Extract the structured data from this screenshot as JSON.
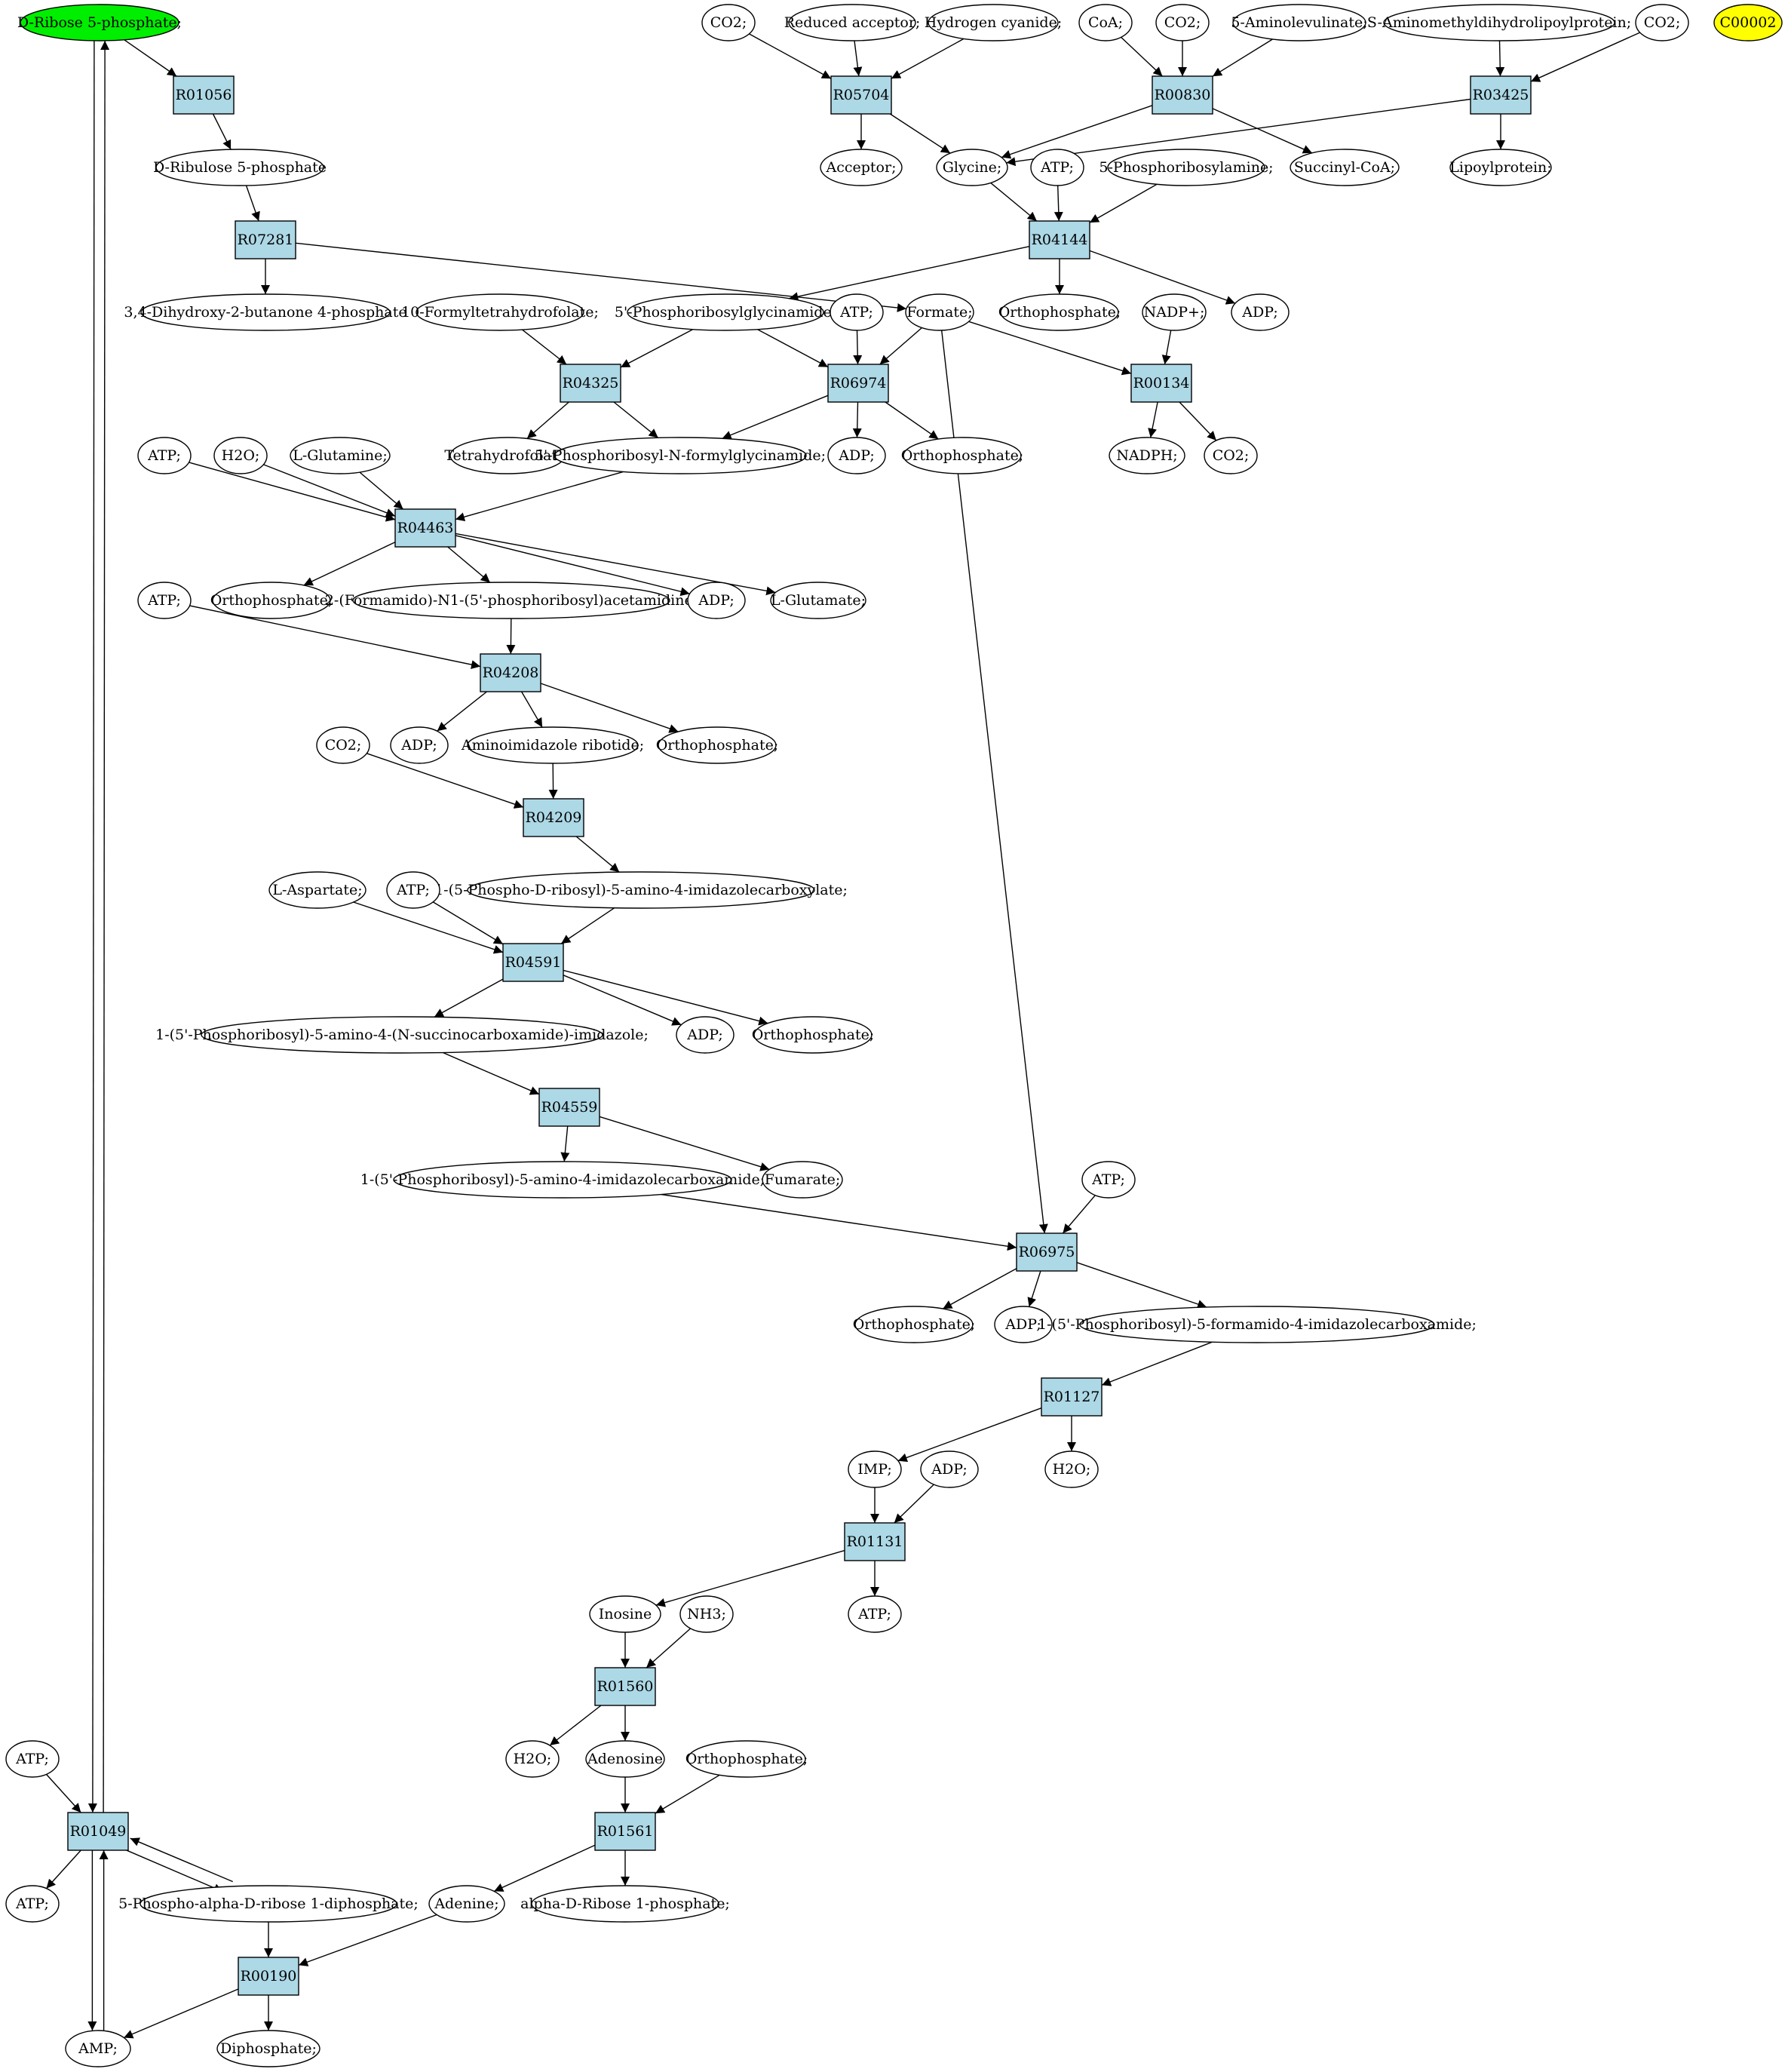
{
  "colors": {
    "reaction_fill": "#add8e6",
    "compound_fill": "#ffffff",
    "start_fill": "#00ee00",
    "extra_fill": "#ffff00",
    "stroke": "#000000"
  },
  "nodes": [
    {
      "id": "c_rib5p",
      "type": "compound",
      "label": "D-Ribose 5-phosphate;",
      "highlight": "start"
    },
    {
      "id": "c_c00002",
      "type": "compound",
      "label": "C00002",
      "highlight": "extra"
    },
    {
      "id": "r01056",
      "type": "reaction",
      "label": "R01056"
    },
    {
      "id": "c_ribu5p",
      "type": "compound",
      "label": "D-Ribulose 5-phosphate"
    },
    {
      "id": "r07281",
      "type": "reaction",
      "label": "R07281"
    },
    {
      "id": "c_dhbp",
      "type": "compound",
      "label": "3,4-Dihydroxy-2-butanone 4-phosphate"
    },
    {
      "id": "c_co2_a",
      "type": "compound",
      "label": "CO2;"
    },
    {
      "id": "c_redacc",
      "type": "compound",
      "label": "Reduced acceptor;"
    },
    {
      "id": "c_hcn",
      "type": "compound",
      "label": "Hydrogen cyanide;"
    },
    {
      "id": "r05704",
      "type": "reaction",
      "label": "R05704"
    },
    {
      "id": "c_acceptor",
      "type": "compound",
      "label": "Acceptor;"
    },
    {
      "id": "c_glycine",
      "type": "compound",
      "label": "Glycine;"
    },
    {
      "id": "c_coa",
      "type": "compound",
      "label": "CoA;"
    },
    {
      "id": "c_co2_b",
      "type": "compound",
      "label": "CO2;"
    },
    {
      "id": "c_ala",
      "type": "compound",
      "label": "5-Aminolevulinate;"
    },
    {
      "id": "r00830",
      "type": "reaction",
      "label": "R00830"
    },
    {
      "id": "c_succoa",
      "type": "compound",
      "label": "Succinyl-CoA;"
    },
    {
      "id": "c_samdlp",
      "type": "compound",
      "label": "S-Aminomethyldihydrolipoylprotein;"
    },
    {
      "id": "c_co2_c",
      "type": "compound",
      "label": "CO2;"
    },
    {
      "id": "r03425",
      "type": "reaction",
      "label": "R03425"
    },
    {
      "id": "c_lipoyl",
      "type": "compound",
      "label": "Lipoylprotein;"
    },
    {
      "id": "c_atp_a",
      "type": "compound",
      "label": "ATP;"
    },
    {
      "id": "c_prpa",
      "type": "compound",
      "label": "5-Phosphoribosylamine;"
    },
    {
      "id": "r04144",
      "type": "reaction",
      "label": "R04144"
    },
    {
      "id": "c_pi_a",
      "type": "compound",
      "label": "Orthophosphate;"
    },
    {
      "id": "c_adp_a",
      "type": "compound",
      "label": "ADP;"
    },
    {
      "id": "c_fthf",
      "type": "compound",
      "label": "10-Formyltetrahydrofolate;"
    },
    {
      "id": "c_gar",
      "type": "compound",
      "label": "5'-Phosphoribosylglycinamide;"
    },
    {
      "id": "c_atp_b",
      "type": "compound",
      "label": "ATP;"
    },
    {
      "id": "c_formate",
      "type": "compound",
      "label": "Formate;"
    },
    {
      "id": "c_nadp",
      "type": "compound",
      "label": "NADP+;"
    },
    {
      "id": "r04325",
      "type": "reaction",
      "label": "R04325"
    },
    {
      "id": "r06974",
      "type": "reaction",
      "label": "R06974"
    },
    {
      "id": "r00134",
      "type": "reaction",
      "label": "R00134"
    },
    {
      "id": "c_thf",
      "type": "compound",
      "label": "Tetrahydrofolate;"
    },
    {
      "id": "c_fgar",
      "type": "compound",
      "label": "5'-Phosphoribosyl-N-formylglycinamide;"
    },
    {
      "id": "c_adp_b",
      "type": "compound",
      "label": "ADP;"
    },
    {
      "id": "c_pi_b",
      "type": "compound",
      "label": "Orthophosphate;"
    },
    {
      "id": "c_nadph",
      "type": "compound",
      "label": "NADPH;"
    },
    {
      "id": "c_co2_d",
      "type": "compound",
      "label": "CO2;"
    },
    {
      "id": "c_atp_c",
      "type": "compound",
      "label": "ATP;"
    },
    {
      "id": "c_h2o_a",
      "type": "compound",
      "label": "H2O;"
    },
    {
      "id": "c_gln",
      "type": "compound",
      "label": "L-Glutamine;"
    },
    {
      "id": "r04463",
      "type": "reaction",
      "label": "R04463"
    },
    {
      "id": "c_pi_c",
      "type": "compound",
      "label": "Orthophosphate;"
    },
    {
      "id": "c_fgam",
      "type": "compound",
      "label": "2-(Formamido)-N1-(5'-phosphoribosyl)acetamidine;"
    },
    {
      "id": "c_adp_c",
      "type": "compound",
      "label": "ADP;"
    },
    {
      "id": "c_glu",
      "type": "compound",
      "label": "L-Glutamate;"
    },
    {
      "id": "c_atp_d",
      "type": "compound",
      "label": "ATP;"
    },
    {
      "id": "r04208",
      "type": "reaction",
      "label": "R04208"
    },
    {
      "id": "c_adp_d",
      "type": "compound",
      "label": "ADP;"
    },
    {
      "id": "c_air",
      "type": "compound",
      "label": "Aminoimidazole ribotide;"
    },
    {
      "id": "c_pi_d",
      "type": "compound",
      "label": "Orthophosphate;"
    },
    {
      "id": "c_co2_e",
      "type": "compound",
      "label": "CO2;"
    },
    {
      "id": "r04209",
      "type": "reaction",
      "label": "R04209"
    },
    {
      "id": "c_cair",
      "type": "compound",
      "label": "1-(5-Phospho-D-ribosyl)-5-amino-4-imidazolecarboxylate;"
    },
    {
      "id": "c_asp",
      "type": "compound",
      "label": "L-Aspartate;"
    },
    {
      "id": "c_atp_e",
      "type": "compound",
      "label": "ATP;"
    },
    {
      "id": "r04591",
      "type": "reaction",
      "label": "R04591"
    },
    {
      "id": "c_saicar",
      "type": "compound",
      "label": "1-(5'-Phosphoribosyl)-5-amino-4-(N-succinocarboxamide)-imidazole;"
    },
    {
      "id": "c_adp_e",
      "type": "compound",
      "label": "ADP;"
    },
    {
      "id": "c_pi_e",
      "type": "compound",
      "label": "Orthophosphate;"
    },
    {
      "id": "r04559",
      "type": "reaction",
      "label": "R04559"
    },
    {
      "id": "c_aicar",
      "type": "compound",
      "label": "1-(5'-Phosphoribosyl)-5-amino-4-imidazolecarboxamide;"
    },
    {
      "id": "c_fumarate",
      "type": "compound",
      "label": "Fumarate;"
    },
    {
      "id": "c_atp_f",
      "type": "compound",
      "label": "ATP;"
    },
    {
      "id": "r06975",
      "type": "reaction",
      "label": "R06975"
    },
    {
      "id": "c_pi_f",
      "type": "compound",
      "label": "Orthophosphate;"
    },
    {
      "id": "c_adp_f",
      "type": "compound",
      "label": "ADP;"
    },
    {
      "id": "c_faicar",
      "type": "compound",
      "label": "1-(5'-Phosphoribosyl)-5-formamido-4-imidazolecarboxamide;"
    },
    {
      "id": "r01127",
      "type": "reaction",
      "label": "R01127"
    },
    {
      "id": "c_imp",
      "type": "compound",
      "label": "IMP;"
    },
    {
      "id": "c_adp_g",
      "type": "compound",
      "label": "ADP;"
    },
    {
      "id": "c_h2o_b",
      "type": "compound",
      "label": "H2O;"
    },
    {
      "id": "r01131",
      "type": "reaction",
      "label": "R01131"
    },
    {
      "id": "c_atp_g",
      "type": "compound",
      "label": "ATP;"
    },
    {
      "id": "c_inosine",
      "type": "compound",
      "label": "Inosine"
    },
    {
      "id": "c_nh3",
      "type": "compound",
      "label": "NH3;"
    },
    {
      "id": "r01560",
      "type": "reaction",
      "label": "R01560"
    },
    {
      "id": "c_h2o_c",
      "type": "compound",
      "label": "H2O;"
    },
    {
      "id": "c_adenosine",
      "type": "compound",
      "label": "Adenosine"
    },
    {
      "id": "c_pi_g",
      "type": "compound",
      "label": "Orthophosphate;"
    },
    {
      "id": "r01561",
      "type": "reaction",
      "label": "R01561"
    },
    {
      "id": "c_adenine",
      "type": "compound",
      "label": "Adenine;"
    },
    {
      "id": "c_r1p",
      "type": "compound",
      "label": "alpha-D-Ribose 1-phosphate;"
    },
    {
      "id": "c_atp_h",
      "type": "compound",
      "label": "ATP;"
    },
    {
      "id": "r01049",
      "type": "reaction",
      "label": "R01049"
    },
    {
      "id": "c_atp_i",
      "type": "compound",
      "label": "ATP;"
    },
    {
      "id": "c_prpp",
      "type": "compound",
      "label": "5-Phospho-alpha-D-ribose 1-diphosphate;"
    },
    {
      "id": "r00190",
      "type": "reaction",
      "label": "R00190"
    },
    {
      "id": "c_amp",
      "type": "compound",
      "label": "AMP;"
    },
    {
      "id": "c_ppi",
      "type": "compound",
      "label": "Diphosphate;"
    }
  ],
  "edges": [
    [
      "c_rib5p",
      "r01056"
    ],
    [
      "r01056",
      "c_ribu5p"
    ],
    [
      "c_ribu5p",
      "r07281"
    ],
    [
      "r07281",
      "c_dhbp"
    ],
    [
      "r07281",
      "c_formate"
    ],
    [
      "c_co2_a",
      "r05704"
    ],
    [
      "c_redacc",
      "r05704"
    ],
    [
      "c_hcn",
      "r05704"
    ],
    [
      "r05704",
      "c_acceptor"
    ],
    [
      "r05704",
      "c_glycine"
    ],
    [
      "c_coa",
      "r00830"
    ],
    [
      "c_co2_b",
      "r00830"
    ],
    [
      "c_ala",
      "r00830"
    ],
    [
      "r00830",
      "c_glycine"
    ],
    [
      "r00830",
      "c_succoa"
    ],
    [
      "c_samdlp",
      "r03425"
    ],
    [
      "c_co2_c",
      "r03425"
    ],
    [
      "r03425",
      "c_glycine"
    ],
    [
      "r03425",
      "c_lipoyl"
    ],
    [
      "c_glycine",
      "r04144"
    ],
    [
      "c_atp_a",
      "r04144"
    ],
    [
      "c_prpa",
      "r04144"
    ],
    [
      "r04144",
      "c_gar"
    ],
    [
      "r04144",
      "c_pi_a"
    ],
    [
      "r04144",
      "c_adp_a"
    ],
    [
      "c_fthf",
      "r04325"
    ],
    [
      "c_gar",
      "r04325"
    ],
    [
      "r04325",
      "c_thf"
    ],
    [
      "r04325",
      "c_fgar"
    ],
    [
      "c_gar",
      "r06974"
    ],
    [
      "c_atp_b",
      "r06974"
    ],
    [
      "c_formate",
      "r06974"
    ],
    [
      "r06974",
      "c_fgar"
    ],
    [
      "r06974",
      "c_adp_b"
    ],
    [
      "r06974",
      "c_pi_b"
    ],
    [
      "c_formate",
      "r00134"
    ],
    [
      "c_nadp",
      "r00134"
    ],
    [
      "r00134",
      "c_nadph"
    ],
    [
      "r00134",
      "c_co2_d"
    ],
    [
      "c_formate",
      "r06975"
    ],
    [
      "c_atp_c",
      "r04463"
    ],
    [
      "c_h2o_a",
      "r04463"
    ],
    [
      "c_gln",
      "r04463"
    ],
    [
      "c_fgar",
      "r04463"
    ],
    [
      "r04463",
      "c_pi_c"
    ],
    [
      "r04463",
      "c_fgam"
    ],
    [
      "r04463",
      "c_adp_c"
    ],
    [
      "r04463",
      "c_glu"
    ],
    [
      "c_atp_d",
      "r04208"
    ],
    [
      "c_fgam",
      "r04208"
    ],
    [
      "r04208",
      "c_adp_d"
    ],
    [
      "r04208",
      "c_air"
    ],
    [
      "r04208",
      "c_pi_d"
    ],
    [
      "c_co2_e",
      "r04209"
    ],
    [
      "c_air",
      "r04209"
    ],
    [
      "r04209",
      "c_cair"
    ],
    [
      "c_asp",
      "r04591"
    ],
    [
      "c_atp_e",
      "r04591"
    ],
    [
      "c_cair",
      "r04591"
    ],
    [
      "r04591",
      "c_saicar"
    ],
    [
      "r04591",
      "c_adp_e"
    ],
    [
      "r04591",
      "c_pi_e"
    ],
    [
      "c_saicar",
      "r04559"
    ],
    [
      "r04559",
      "c_aicar"
    ],
    [
      "r04559",
      "c_fumarate"
    ],
    [
      "c_aicar",
      "r06975"
    ],
    [
      "c_atp_f",
      "r06975"
    ],
    [
      "r06975",
      "c_pi_f"
    ],
    [
      "r06975",
      "c_adp_f"
    ],
    [
      "r06975",
      "c_faicar"
    ],
    [
      "c_faicar",
      "r01127"
    ],
    [
      "r01127",
      "c_imp"
    ],
    [
      "r01127",
      "c_h2o_b"
    ],
    [
      "c_imp",
      "r01131"
    ],
    [
      "c_adp_g",
      "r01131"
    ],
    [
      "r01131",
      "c_inosine"
    ],
    [
      "r01131",
      "c_atp_g"
    ],
    [
      "c_inosine",
      "r01560"
    ],
    [
      "c_nh3",
      "r01560"
    ],
    [
      "r01560",
      "c_h2o_c"
    ],
    [
      "r01560",
      "c_adenosine"
    ],
    [
      "c_adenosine",
      "r01561"
    ],
    [
      "c_pi_g",
      "r01561"
    ],
    [
      "r01561",
      "c_adenine"
    ],
    [
      "r01561",
      "c_r1p"
    ],
    [
      "c_adenine",
      "r00190"
    ],
    [
      "c_prpp",
      "r00190"
    ],
    [
      "r00190",
      "c_amp"
    ],
    [
      "r00190",
      "c_ppi"
    ],
    [
      "c_rib5p",
      "r01049"
    ],
    [
      "r01049",
      "c_rib5p"
    ],
    [
      "c_atp_h",
      "r01049"
    ],
    [
      "r01049",
      "c_atp_i"
    ],
    [
      "c_prpp",
      "r01049"
    ],
    [
      "r01049",
      "c_prpp"
    ],
    [
      "c_amp",
      "r01049"
    ],
    [
      "r01049",
      "c_amp"
    ]
  ]
}
